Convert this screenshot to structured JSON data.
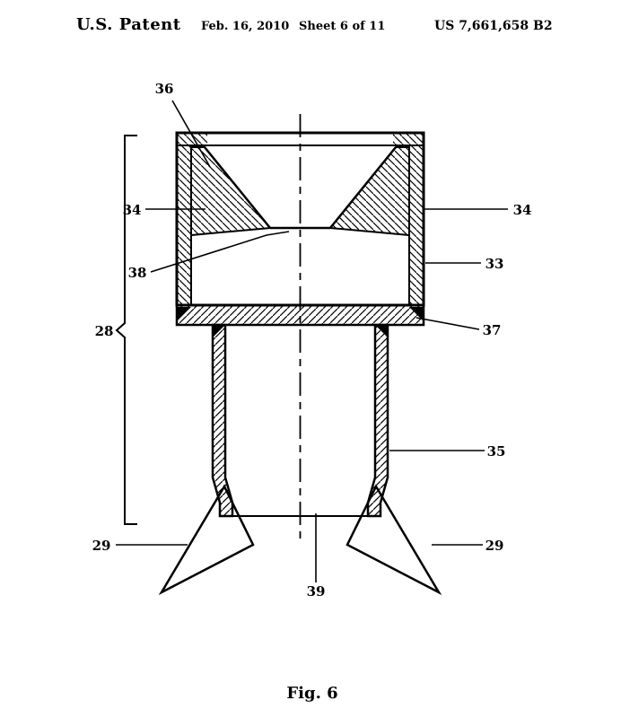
{
  "header": {
    "title": "U.S. Patent",
    "date": "Feb. 16, 2010",
    "sheet": "Sheet 6 of 11",
    "patent_number": "US 7,661,658 B2"
  },
  "figure": {
    "caption": "Fig. 6",
    "labels": {
      "l36": "36",
      "l34_left": "34",
      "l34_right": "34",
      "l33": "33",
      "l38": "38",
      "l28": "28",
      "l37": "37",
      "l35": "35",
      "l29_left": "29",
      "l29_right": "29",
      "l39": "39"
    }
  },
  "colors": {
    "ink": "#000000",
    "paper": "#ffffff"
  }
}
